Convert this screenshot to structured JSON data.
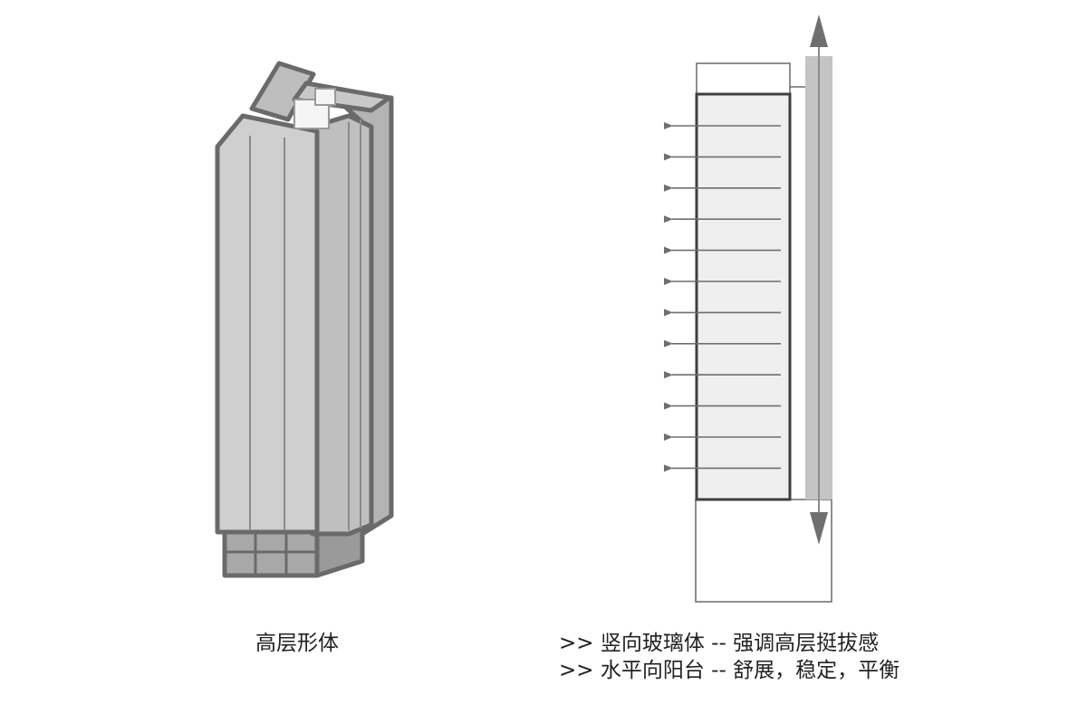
{
  "captions": {
    "tower_form": "高层形体",
    "vertical_glass": ">> 竖向玻璃体 -- 强调高层挺拔感",
    "horizontal_balcony": ">> 水平向阳台 -- 舒展，稳定，平衡"
  },
  "diagram": {
    "horizontal_arrow_count": 12,
    "colors": {
      "outline": "#6a6a6a",
      "face_light": "#cfcfcf",
      "face_mid": "#bdbdbd",
      "face_dark": "#a9a9a9",
      "glass": "#efefef",
      "vertical_bar": "#c4c4c4",
      "arrow": "#6f6f6f"
    }
  }
}
